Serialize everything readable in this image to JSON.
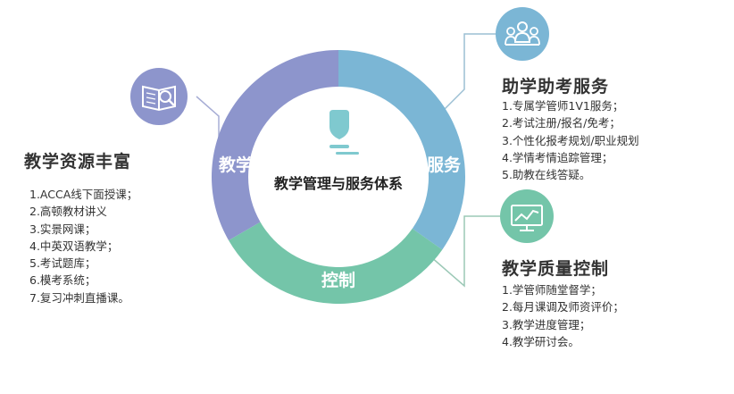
{
  "center": {
    "title": "教学管理与服务体系"
  },
  "ring": {
    "segments": [
      {
        "label": "服务",
        "color": "#7bb6d5"
      },
      {
        "label": "控制",
        "color": "#74c5a9"
      },
      {
        "label": "教学",
        "color": "#8d95cc"
      }
    ],
    "bulb_color": "#7fc9cf"
  },
  "sections": {
    "resources": {
      "title": "教学资源丰富",
      "icon": "book-search-icon",
      "icon_color": "#8d95cc",
      "items": [
        "1.ACCA线下面授课；",
        "2.高顿教材讲义",
        "3.实景网课；",
        "4.中英双语教学；",
        "5.考试题库；",
        "6.模考系统；",
        "7.复习冲刺直播课。"
      ]
    },
    "service": {
      "title": "助学助考服务",
      "icon": "group-people-icon",
      "icon_color": "#7bb6d5",
      "items": [
        "1.专属学管师1V1服务；",
        "2.考试注册/报名/免考；",
        "3.个性化报考规划/职业规划",
        "4.学情考情追踪管理；",
        "5.助教在线答疑。"
      ]
    },
    "quality": {
      "title": "教学质量控制",
      "icon": "monitor-chart-icon",
      "icon_color": "#74c5a9",
      "items": [
        "1.学管师随堂督学；",
        "2.每月课调及师资评价；",
        "3.教学进度管理；",
        "4.教学研讨会。"
      ]
    }
  }
}
